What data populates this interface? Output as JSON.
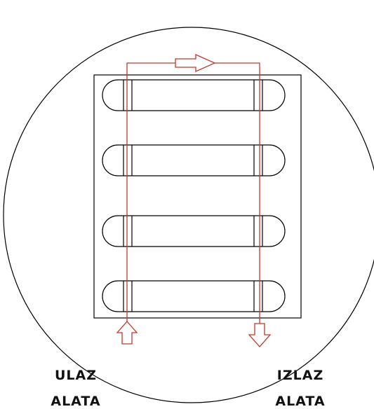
{
  "labels": {
    "inlet": [
      "ULAZ",
      "ALATA"
    ],
    "outlet": [
      "IZLAZ",
      "ALATA"
    ]
  },
  "colors": {
    "line": "#000000",
    "flow": "#c0392b"
  },
  "slot_count": 4
}
